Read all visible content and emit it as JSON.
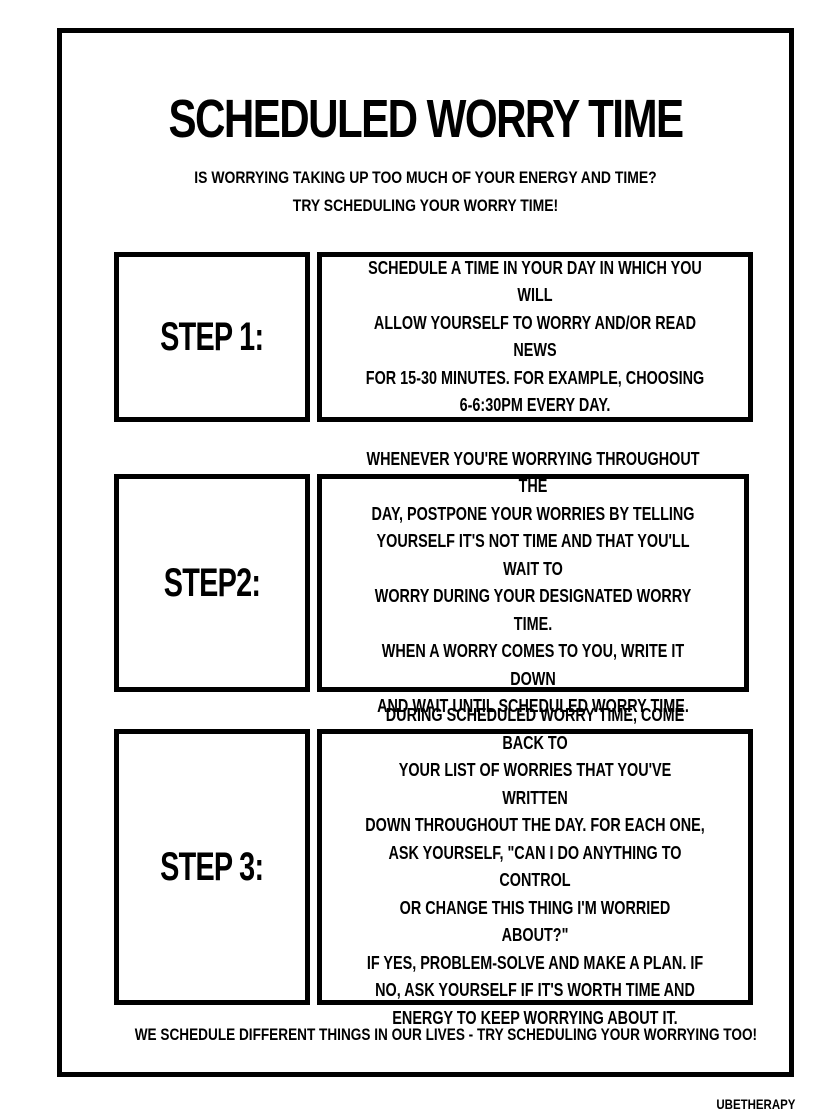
{
  "title": "SCHEDULED WORRY TIME",
  "subtitle": {
    "line1": "IS WORRYING TAKING UP TOO MUCH OF YOUR ENERGY AND TIME?",
    "line2": "TRY SCHEDULING YOUR WORRY TIME!"
  },
  "steps": [
    {
      "label": "STEP 1:",
      "text": "SCHEDULE A TIME IN YOUR DAY IN WHICH YOU WILL\nALLOW YOURSELF TO WORRY AND/OR READ NEWS\nFOR 15-30 MINUTES. FOR EXAMPLE, CHOOSING\n6-6:30PM EVERY DAY."
    },
    {
      "label": "STEP2:",
      "text": "WHENEVER YOU'RE WORRYING THROUGHOUT THE\nDAY, POSTPONE YOUR WORRIES BY TELLING\nYOURSELF IT'S NOT TIME AND THAT YOU'LL WAIT TO\nWORRY DURING YOUR DESIGNATED WORRY TIME.\nWHEN A WORRY COMES TO YOU, WRITE IT DOWN\nAND WAIT UNTIL SCHEDULED WORRY TIME."
    },
    {
      "label": "STEP 3:",
      "text": "DURING SCHEDULED WORRY TIME, COME BACK TO\nYOUR LIST OF WORRIES THAT YOU'VE WRITTEN\nDOWN THROUGHOUT THE DAY. FOR EACH ONE,\nASK YOURSELF, \"CAN I DO ANYTHING TO CONTROL\nOR CHANGE THIS THING I'M WORRIED ABOUT?\"\nIF YES, PROBLEM-SOLVE AND MAKE A PLAN. IF\nNO, ASK YOURSELF IF IT'S WORTH TIME AND\nENERGY TO KEEP WORRYING ABOUT IT."
    }
  ],
  "footer": "WE SCHEDULE DIFFERENT THINGS IN OUR LIVES - TRY SCHEDULING YOUR WORRYING TOO!",
  "credit": "UBETHERAPY"
}
